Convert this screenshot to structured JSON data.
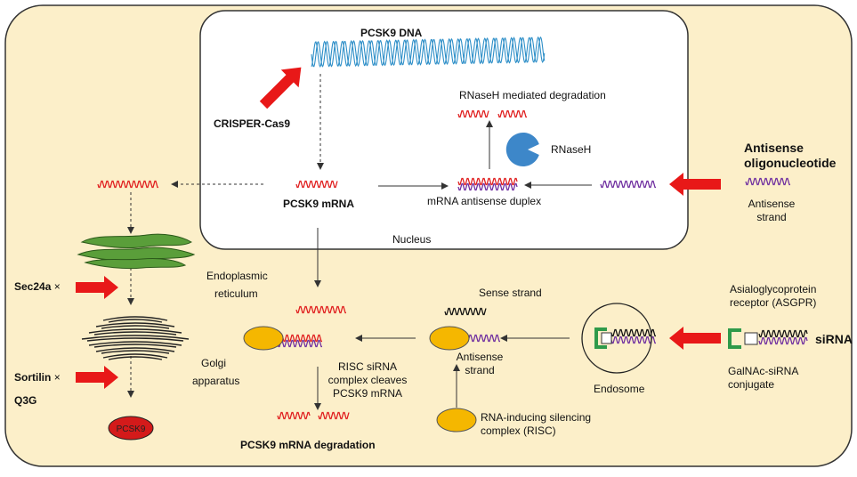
{
  "labels": {
    "pcsk9_dna": "PCSK9 DNA",
    "crispr_cas9": "CRISPER-Cas9",
    "rnaseh_degradation": "RNaseH mediated degradation",
    "rnaseh": "RNaseH",
    "antisense_oligo_line1": "Antisense",
    "antisense_oligo_line2": "oligonucleotide",
    "antisense_strand_right_line1": "Antisense",
    "antisense_strand_right_line2": "strand",
    "pcsk9_mrna": "PCSK9 mRNA",
    "mrna_antisense_duplex": "mRNA antisense duplex",
    "nucleus": "Nucleus",
    "er_line1": "Endoplasmic",
    "er_line2": "reticulum",
    "sec24a": "Sec24a",
    "golgi_line1": "Golgi",
    "golgi_line2": "apparatus",
    "sortilin": "Sortilin",
    "q3g": "Q3G",
    "pcsk9_protein": "PCSK9",
    "sense_strand": "Sense strand",
    "antisense_strand_mid_line1": "Antisense",
    "antisense_strand_mid_line2": "strand",
    "risc_cleaves_line1": "RISC siRNA",
    "risc_cleaves_line2": "complex cleaves",
    "risc_cleaves_line3": "PCSK9 mRNA",
    "mrna_degradation": "PCSK9 mRNA degradation",
    "risc_line1": "RNA-inducing silencing",
    "risc_line2": "complex (RISC)",
    "endosome": "Endosome",
    "asgpr_line1": "Asialoglycoprotein",
    "asgpr_line2": "receptor (ASGPR)",
    "sirna": "siRNA",
    "galnac_line1": "GalNAc-siRNA",
    "galnac_line2": "conjugate",
    "inhibit_mark": "×"
  },
  "colors": {
    "cell_fill": "#fcefc9",
    "nucleus_fill": "#ffffff",
    "dna_strand": "#2e8fc8",
    "mrna": "#e02020",
    "antisense": "#7030a0",
    "sense": "#111111",
    "red_arrow": "#e81818",
    "rnaseh": "#3d87c9",
    "risc": "#f5b700",
    "er": "#5a9e3a",
    "asgpr": "#2f9a4a",
    "pcsk9_protein": "#d41a1a"
  },
  "icons": [
    "red-block-arrow-icon",
    "dashed-arrow-icon",
    "solid-arrow-icon",
    "pacman-rnaseh-icon",
    "receptor-bracket-icon"
  ]
}
